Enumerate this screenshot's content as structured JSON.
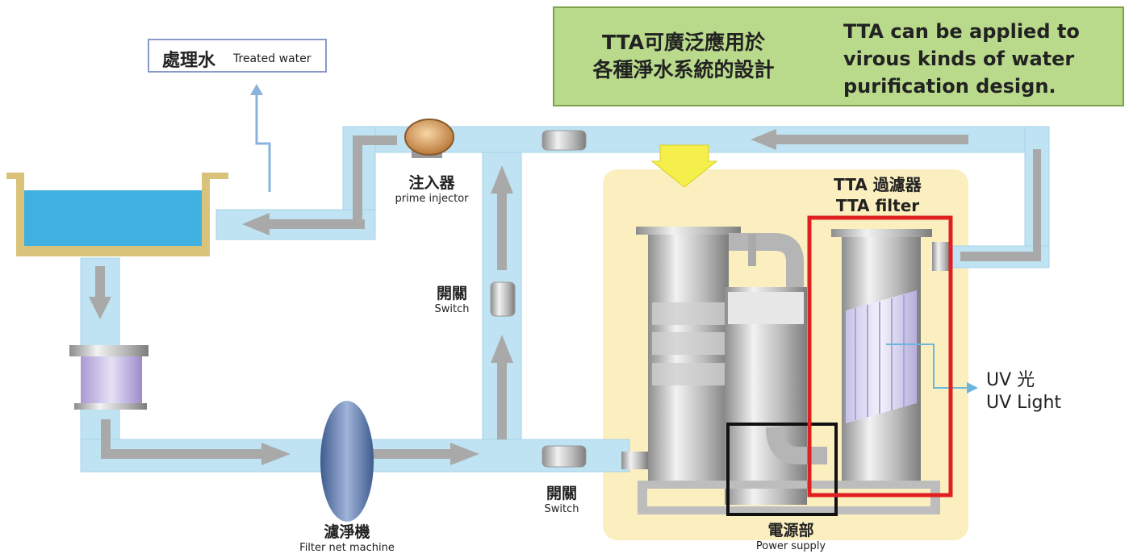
{
  "banner": {
    "zh_line1": "TTA可廣泛應用於",
    "zh_line2": "各種淨水系統的設計",
    "en_line1": "TTA can be applied to",
    "en_line2": "virous kinds of water",
    "en_line3": "purification design."
  },
  "treated_water": {
    "zh": "處理水",
    "en": "Treated water"
  },
  "prime_injector": {
    "zh": "注入器",
    "en": "prime injector"
  },
  "switch_upper": {
    "zh": "開關",
    "en": "Switch"
  },
  "switch_lower": {
    "zh": "開關",
    "en": "Switch"
  },
  "filter_machine": {
    "zh": "濾淨機",
    "en": "Filter net machine"
  },
  "tta_filter": {
    "zh": "TTA 過濾器",
    "en": "TTA filter"
  },
  "uv_light": {
    "zh": "UV 光",
    "en": "UV Light"
  },
  "power_supply": {
    "zh": "電源部",
    "en": "Power supply"
  },
  "colors": {
    "pipe": "#bfe3f3",
    "flow_arrow": "#a9a9a9",
    "tank_water": "#3fb0e0",
    "tank_frame": "#d9c27a",
    "unit_bg": "#fbefbf",
    "highlight_red": "#e02020",
    "banner_green": "#b9d98b"
  }
}
